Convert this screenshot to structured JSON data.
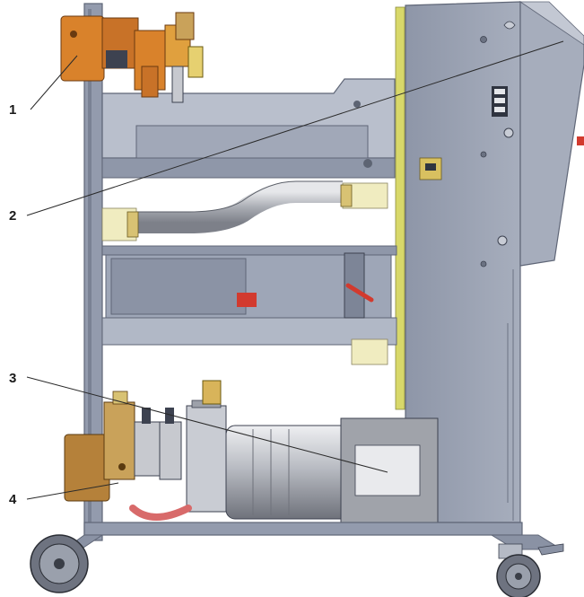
{
  "callouts": [
    {
      "label": "1"
    },
    {
      "label": "2"
    },
    {
      "label": "3"
    },
    {
      "label": "4"
    }
  ],
  "colors": {
    "frame": "#8c95a8",
    "frame_dark": "#5f6677",
    "panel": "#9aa2b4",
    "panel_light": "#b3bac9",
    "yellow_strip": "#d8d86a",
    "cream": "#f0ecc0",
    "orange": "#d9822b",
    "brass": "#c9a25a",
    "red": "#d23a2e",
    "steel": "#c7c9cf",
    "line": "#2a2a2a"
  }
}
